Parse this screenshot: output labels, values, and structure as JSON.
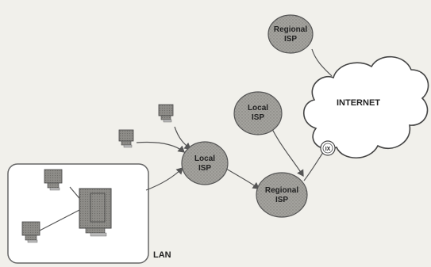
{
  "nodes": {
    "regional_isp_top": {
      "line1": "Regional",
      "line2": "ISP"
    },
    "local_isp_center": {
      "line1": "Local",
      "line2": "ISP"
    },
    "local_isp_left": {
      "line1": "Local",
      "line2": "ISP"
    },
    "regional_isp_bottom": {
      "line1": "Regional",
      "line2": "ISP"
    }
  },
  "internet_label": "INTERNET",
  "ix_label": "IX",
  "lan_label": "LAN",
  "colors": {
    "background": "#f1f0eb",
    "isp_fill": "#9a9a96",
    "isp_stroke": "#555555",
    "line": "#555555",
    "cloud_fill": "#ffffff"
  }
}
